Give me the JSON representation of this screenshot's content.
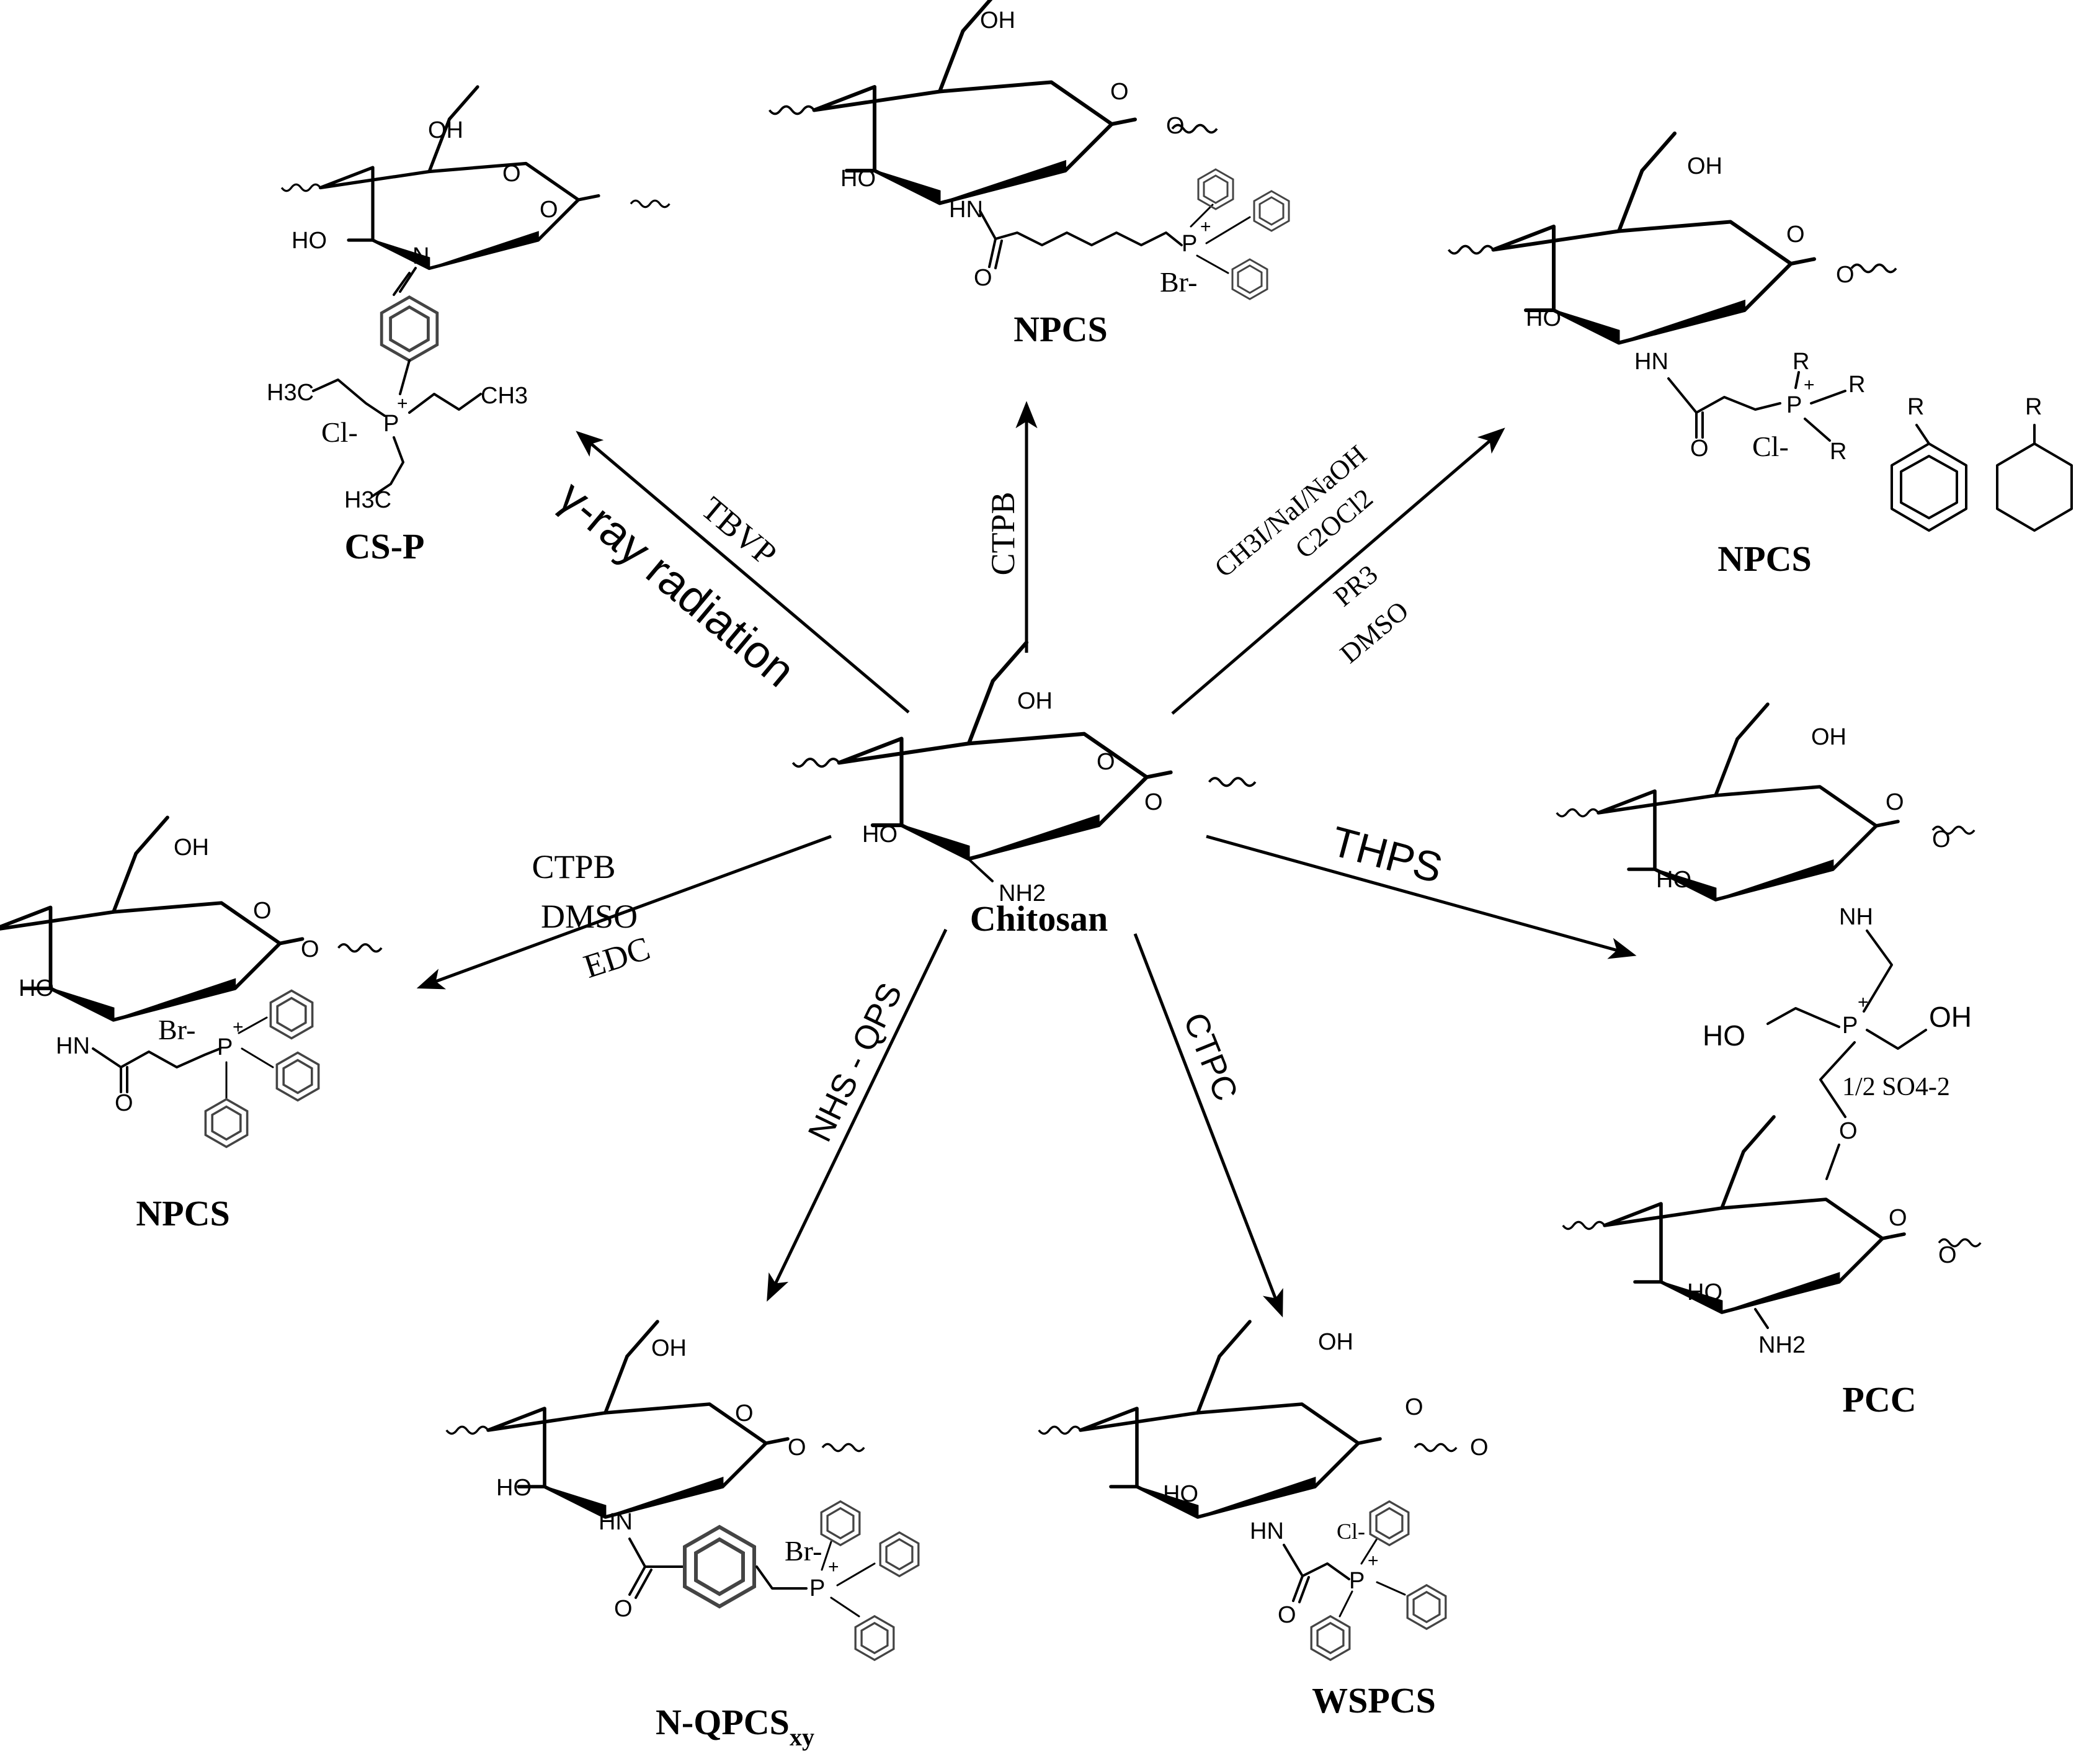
{
  "center": {
    "name": "Chitosan",
    "atoms": {
      "oh": "OH",
      "o": "O",
      "ho": "HO",
      "nh2": "NH2"
    }
  },
  "products": {
    "cs_p": {
      "name": "CS-P",
      "atoms": {
        "oh": "OH",
        "o": "O",
        "ho": "HO",
        "n": "N",
        "h3c_a": "H3C",
        "ch3": "CH3",
        "h3c_b": "H3C",
        "p": "P",
        "charge": "+",
        "ion": "Cl-"
      }
    },
    "npcs_top": {
      "name": "NPCS",
      "atoms": {
        "oh": "OH",
        "o": "O",
        "ho": "HO",
        "hn": "HN",
        "carbonyl": "O",
        "p": "P",
        "charge": "+",
        "ion": "Br-"
      }
    },
    "npcs_right": {
      "name": "NPCS",
      "atoms": {
        "oh": "OH",
        "o": "O",
        "ho": "HO",
        "hn": "HN",
        "carbonyl": "O",
        "p": "P",
        "charge": "+",
        "ion": "Cl-",
        "r": "R"
      }
    },
    "npcs_left": {
      "name": "NPCS",
      "atoms": {
        "oh": "OH",
        "o": "O",
        "ho": "HO",
        "hn": "HN",
        "carbonyl": "O",
        "p": "P",
        "charge": "+",
        "ion": "Br-"
      }
    },
    "pcc": {
      "name": "PCC",
      "atoms": {
        "oh": "OH",
        "o": "O",
        "ho": "HO",
        "nh": "NH",
        "p": "P",
        "charge": "+",
        "ho_p": "HO",
        "oh_p": "OH",
        "counterion": "1/2 SO4-2",
        "ether_o": "O",
        "nh2": "NH2"
      }
    },
    "n_qpcs": {
      "name": "N-QPCS",
      "subscript": "xy",
      "atoms": {
        "oh": "OH",
        "o": "O",
        "ho": "HO",
        "hn": "HN",
        "carbonyl": "O",
        "p": "P",
        "charge": "+",
        "ion": "Br-"
      }
    },
    "wspcs": {
      "name": "WSPCS",
      "atoms": {
        "oh": "OH",
        "o": "O",
        "ho": "HO",
        "hn": "HN",
        "carbonyl": "O",
        "p": "P",
        "charge": "+",
        "ion": "Cl-"
      }
    }
  },
  "reagents": {
    "cs_p": [
      "TBVP",
      "γ-ray radiation"
    ],
    "npcs_top": [
      "CTPB"
    ],
    "npcs_right": [
      "CH3I/NaI/NaOH",
      "C2OCl2",
      "PR3",
      "DMSO"
    ],
    "npcs_left": [
      "CTPB",
      "DMSO",
      "EDC"
    ],
    "pcc": [
      "THPS"
    ],
    "n_qpcs": [
      "NHS - QPS"
    ],
    "wspcs": [
      "CTPC"
    ]
  }
}
